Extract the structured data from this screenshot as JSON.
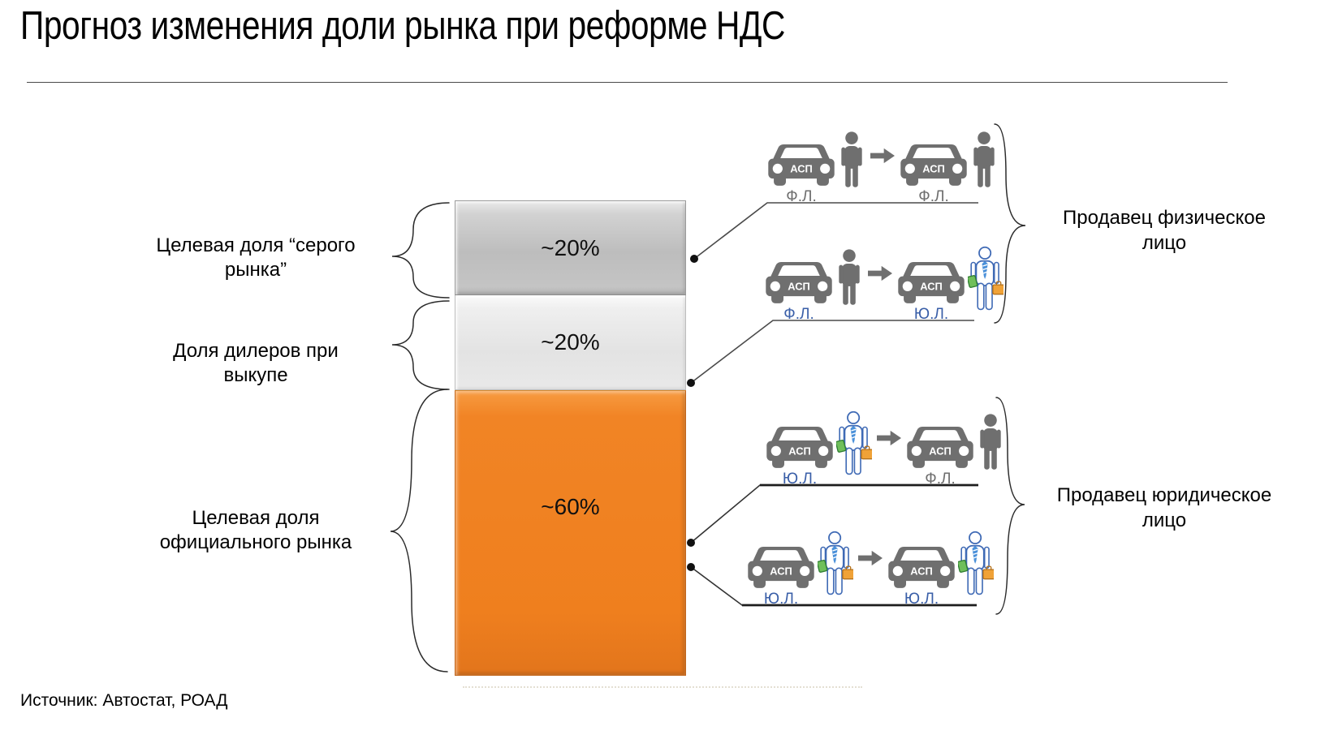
{
  "slide": {
    "title": "Прогноз изменения доли рынка при реформе НДС",
    "source": "Источник: Автостат, РОАД"
  },
  "chart_data": {
    "type": "bar",
    "subtype": "single-stacked-column",
    "title": "Прогноз изменения доли рынка при реформе НДС",
    "unit": "%",
    "ylim": [
      0,
      100
    ],
    "stack_order": "top-to-bottom",
    "series": [
      {
        "name": "Целевая доля “серого рынка”",
        "value_label": "~20%",
        "value": 20,
        "color": "#c0c0c0"
      },
      {
        "name": "Доля дилеров при выкупе",
        "value_label": "~20%",
        "value": 20,
        "color": "#e6e6e6"
      },
      {
        "name": "Целевая доля официального рынка",
        "value_label": "~60%",
        "value": 60,
        "color": "#f08223"
      }
    ]
  },
  "annotations": {
    "left": [
      {
        "lines": [
          "Целевая доля “серого",
          "рынка”"
        ]
      },
      {
        "lines": [
          "Доля дилеров при",
          "выкупе"
        ]
      },
      {
        "lines": [
          "Целевая доля",
          "официального рынка"
        ]
      }
    ],
    "right": [
      {
        "lines": [
          "Продавец физическое",
          "лицо"
        ]
      },
      {
        "lines": [
          "Продавец юридическое",
          "лицо"
        ]
      }
    ]
  },
  "icons": {
    "car_badge": "АСП",
    "car_icon_color": "#6f6f6f",
    "person_icon_color": "#6f6f6f",
    "businessman_outline_color": "#3f6ab5",
    "briefcase_color": "#f0a237",
    "money_color": "#6fbf5a"
  },
  "party_label_colors": {
    "gray": "#6e6e6e",
    "blue": "#3a5fa8"
  },
  "flows": [
    {
      "group": "Продавец физическое лицо",
      "from": {
        "car": "АСП",
        "party": "Ф.Л."
      },
      "to": {
        "car": "АСП",
        "party": "Ф.Л."
      }
    },
    {
      "group": "Продавец физическое лицо",
      "from": {
        "car": "АСП",
        "party": "Ф.Л."
      },
      "to": {
        "car": "АСП",
        "party": "Ю.Л."
      }
    },
    {
      "group": "Продавец юридическое лицо",
      "from": {
        "car": "АСП",
        "party": "Ю.Л."
      },
      "to": {
        "car": "АСП",
        "party": "Ф.Л."
      }
    },
    {
      "group": "Продавец юридическое лицо",
      "from": {
        "car": "АСП",
        "party": "Ю.Л."
      },
      "to": {
        "car": "АСП",
        "party": "Ю.Л."
      }
    }
  ]
}
